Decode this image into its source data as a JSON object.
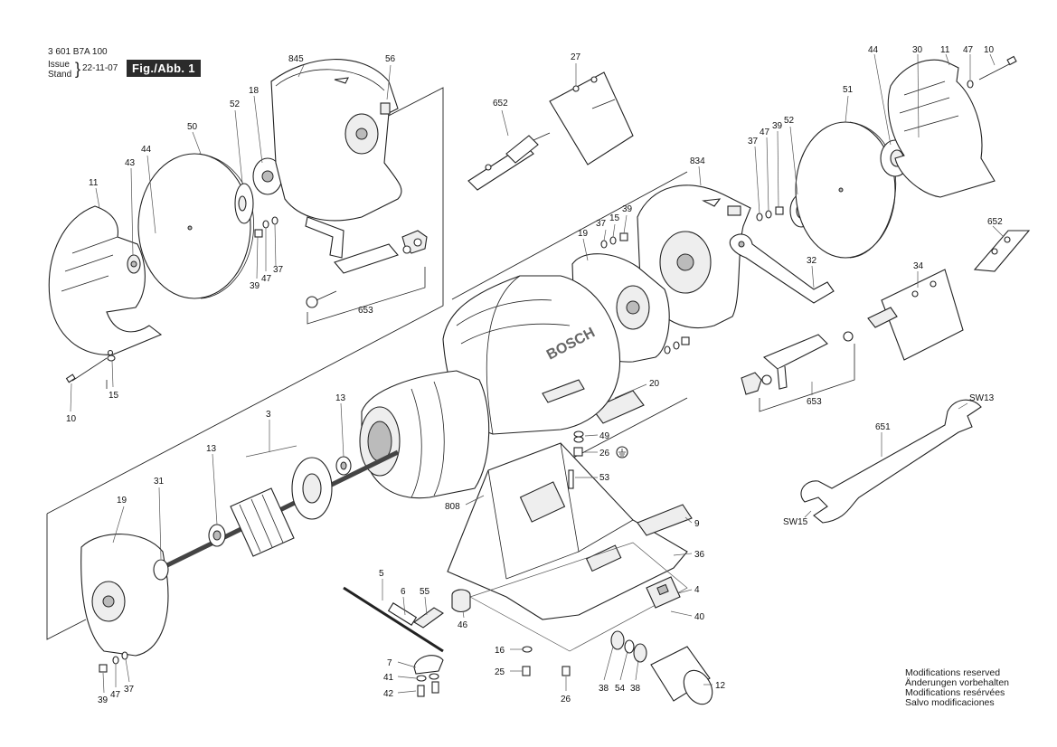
{
  "header": {
    "doc_number": "3 601 B7A 100",
    "issue_label": "Issue",
    "stand_label": "Stand",
    "date": "22-11-07",
    "figure_label": "Fig./Abb. 1"
  },
  "notice": {
    "lines": [
      "Modifications reserved",
      "Änderungen vorbehalten",
      "Modifications resérvées",
      "Salvo modificaciones"
    ]
  },
  "brand_text": "BOSCH",
  "callouts": {
    "c845": "845",
    "c56": "56",
    "c27": "27",
    "c652a": "652",
    "c44a": "44",
    "c30": "30",
    "c11a": "11",
    "c47a": "47",
    "c10a": "10",
    "c52a": "52",
    "c18": "18",
    "c50": "50",
    "c44b": "44",
    "c43": "43",
    "c11b": "11",
    "c39a": "39",
    "c47b": "47",
    "c37a": "37",
    "c653a": "653",
    "c15a": "15",
    "c10b": "10",
    "c51": "51",
    "c37b": "37",
    "c47c": "47",
    "c39b": "39",
    "c52b": "52",
    "c834": "834",
    "c37c": "37",
    "c15b": "15",
    "c39c": "39",
    "c19a": "19",
    "c652b": "652",
    "c32": "32",
    "c34": "34",
    "c653b": "653",
    "c20": "20",
    "c13a": "13",
    "c3": "3",
    "c13b": "13",
    "c49": "49",
    "c26a": "26",
    "c53": "53",
    "c808": "808",
    "c9": "9",
    "c36": "36",
    "c19b": "19",
    "c31": "31",
    "c651": "651",
    "csw13": "SW13",
    "csw15": "SW15",
    "c5": "5",
    "c6": "6",
    "c55": "55",
    "c4": "4",
    "c46": "46",
    "c40": "40",
    "c7": "7",
    "c41": "41",
    "c42": "42",
    "c16": "16",
    "c25": "25",
    "c26b": "26",
    "c38a": "38",
    "c54": "54",
    "c38b": "38",
    "c12": "12",
    "c39d": "39",
    "c47d": "47",
    "c37d": "37"
  }
}
